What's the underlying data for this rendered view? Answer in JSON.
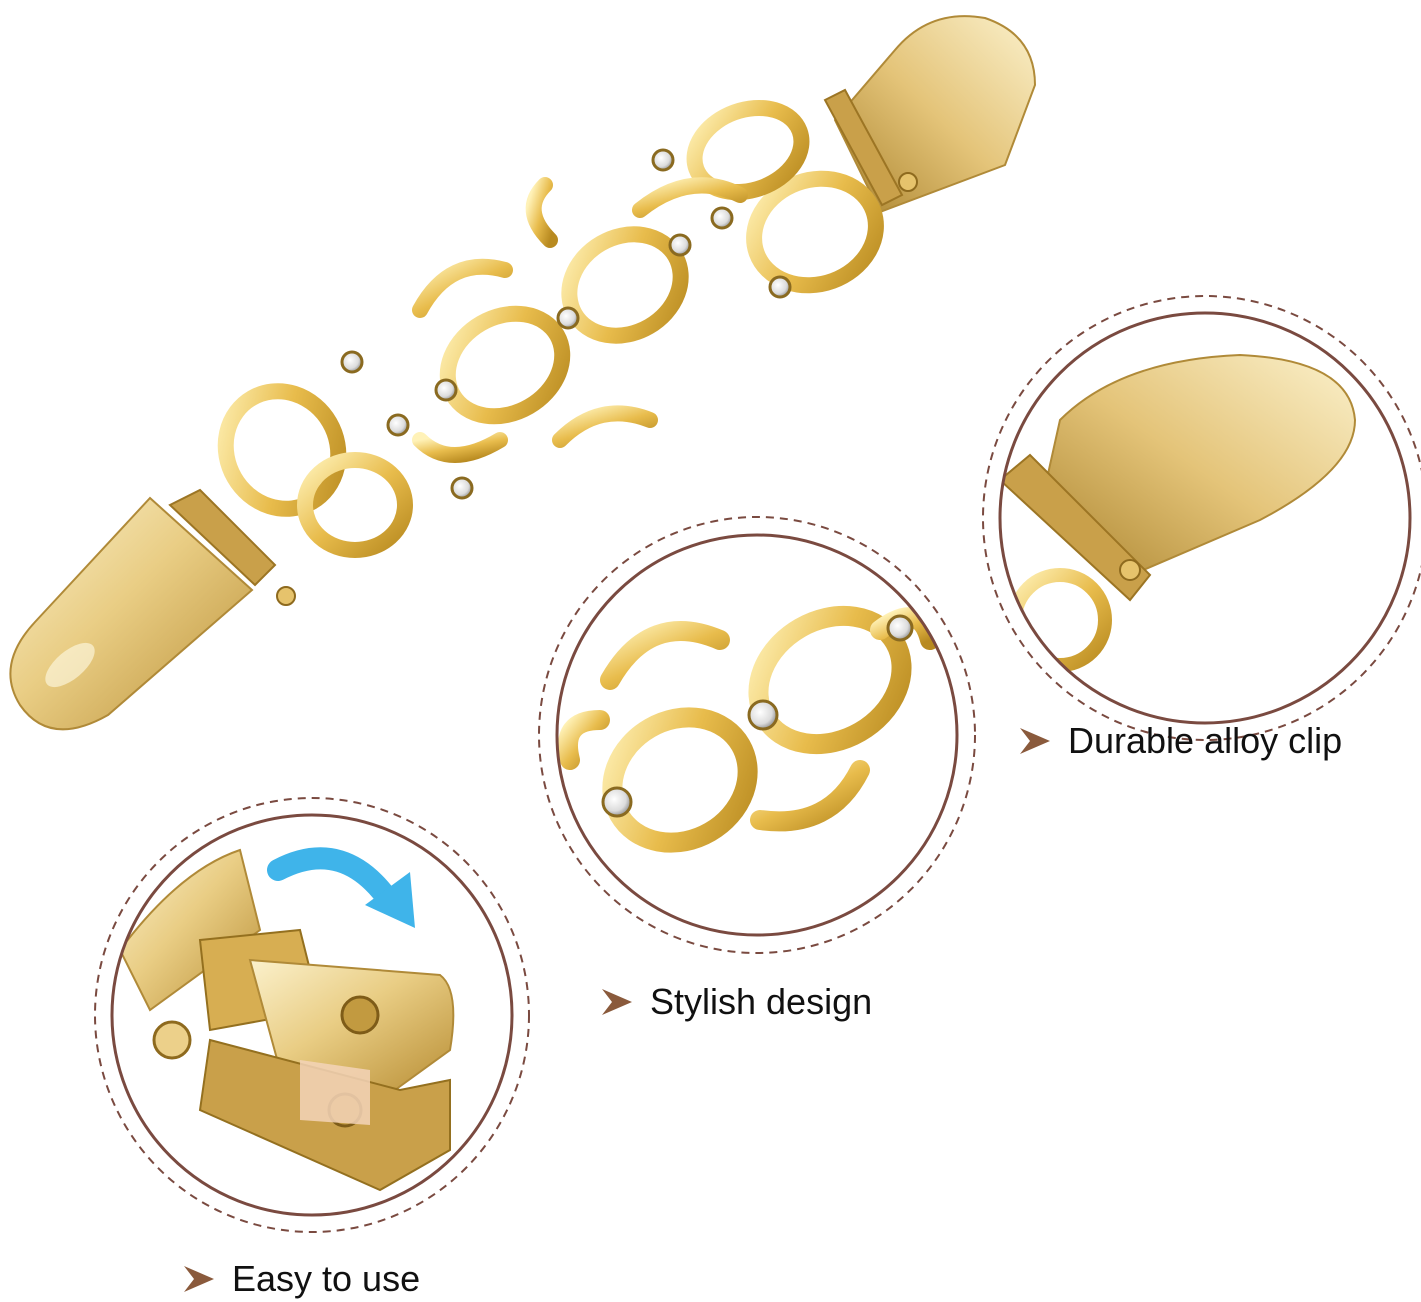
{
  "features": {
    "durable": {
      "label": "Durable alloy clip"
    },
    "stylish": {
      "label": "Stylish design"
    },
    "easy": {
      "label": "Easy to use"
    }
  },
  "colors": {
    "gold_light": "#f7e6ad",
    "gold_mid": "#dcb24e",
    "gold_dark": "#a67c22",
    "circle_border": "#7a4a40",
    "arrow_marker": "#8a5a3c",
    "blue_arrow": "#3fb4ea",
    "text": "#111111"
  },
  "icons": {
    "feature_marker": "chevron-right-icon",
    "rotation_hint": "curved-arrow-icon"
  }
}
